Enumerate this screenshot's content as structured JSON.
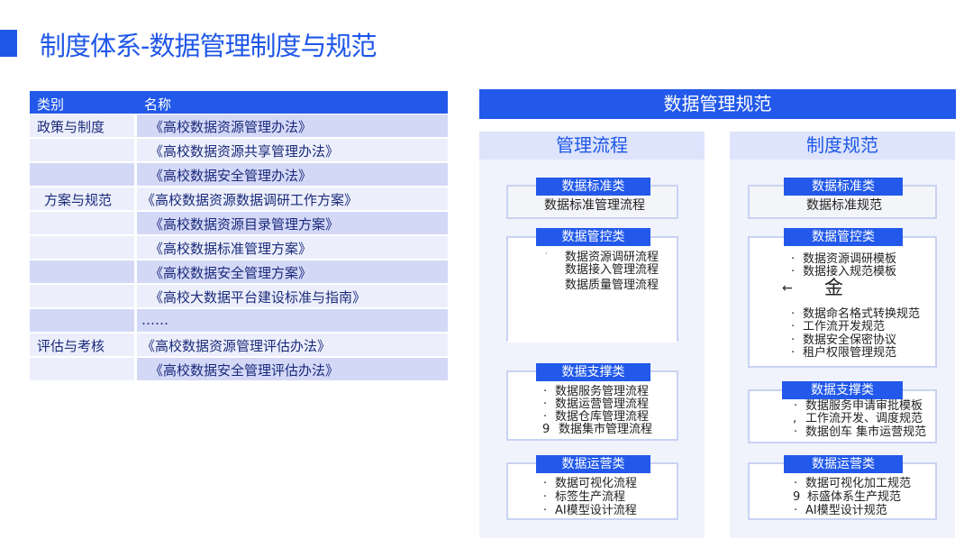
{
  "page": {
    "title": "制度体系-数据管理制度与规范"
  },
  "table": {
    "headers": [
      "类别",
      "名称"
    ],
    "rows": [
      {
        "category": "政策与制度",
        "name": "《高校数据资源管理办法》"
      },
      {
        "category": "",
        "name": "《高校数据资源共享管理办法》"
      },
      {
        "category": "",
        "name": "《高校数据安全管理办法》"
      },
      {
        "category": "方案与规范",
        "name": "《高校数据资源数据调研工作方案》"
      },
      {
        "category": "",
        "name": "《高校数据资源目录管理方案》"
      },
      {
        "category": "",
        "name": "《高校数据标准管理方案》"
      },
      {
        "category": "",
        "name": "《高校数据安全管理方案》"
      },
      {
        "category": "",
        "name": "《高校大数据平台建设标准与指南》"
      },
      {
        "category": "",
        "name": "……"
      },
      {
        "category": "评估与考核",
        "name": "《高校数据资源管理评估办法》"
      },
      {
        "category": "",
        "name": "《高校数据安全管理评估办法》"
      }
    ]
  },
  "panel": {
    "title": "数据管理规范",
    "process": {
      "title": "管理流程",
      "standard": {
        "label": "数据标准类",
        "items": [
          "数据标准管理流程"
        ]
      },
      "control": {
        "label": "数据管控类",
        "items": [
          "数据资源调研流程",
          "数据接入管理流程",
          "数据质量管理流程"
        ]
      },
      "support": {
        "label": "数据支撑类",
        "items": [
          "数据服务管理流程",
          "数据运营管理流程",
          "数据仓库管理流程",
          "数据集市管理流程"
        ]
      },
      "operation": {
        "label": "数据运营类",
        "items": [
          "数据可视化流程",
          "标签生产流程",
          "AI模型设计流程"
        ]
      }
    },
    "spec": {
      "title": "制度规范",
      "standard": {
        "label": "数据标准类",
        "items": [
          "数据标准规范"
        ]
      },
      "control": {
        "label": "数据管控类",
        "items": [
          "数据资源调研模板",
          "数据接入规范模板",
          "金",
          "数据命名格式转换规范",
          "工作流开发规范",
          "数据安全保密协议",
          "租户权限管理规范"
        ]
      },
      "support": {
        "label": "数据支撑类",
        "items": [
          "数据服务申请审批模板",
          "工作流开发、调度规范",
          "数据创车 集市运营规范"
        ]
      },
      "operation": {
        "label": "数据运营类",
        "items": [
          "数据可视化加工规范",
          "标盛体系生产规范",
          "AI模型设计规范"
        ]
      }
    },
    "bullets": {
      "dot": "·",
      "nine": "9",
      "comma": ",",
      "arrow": "←"
    }
  }
}
